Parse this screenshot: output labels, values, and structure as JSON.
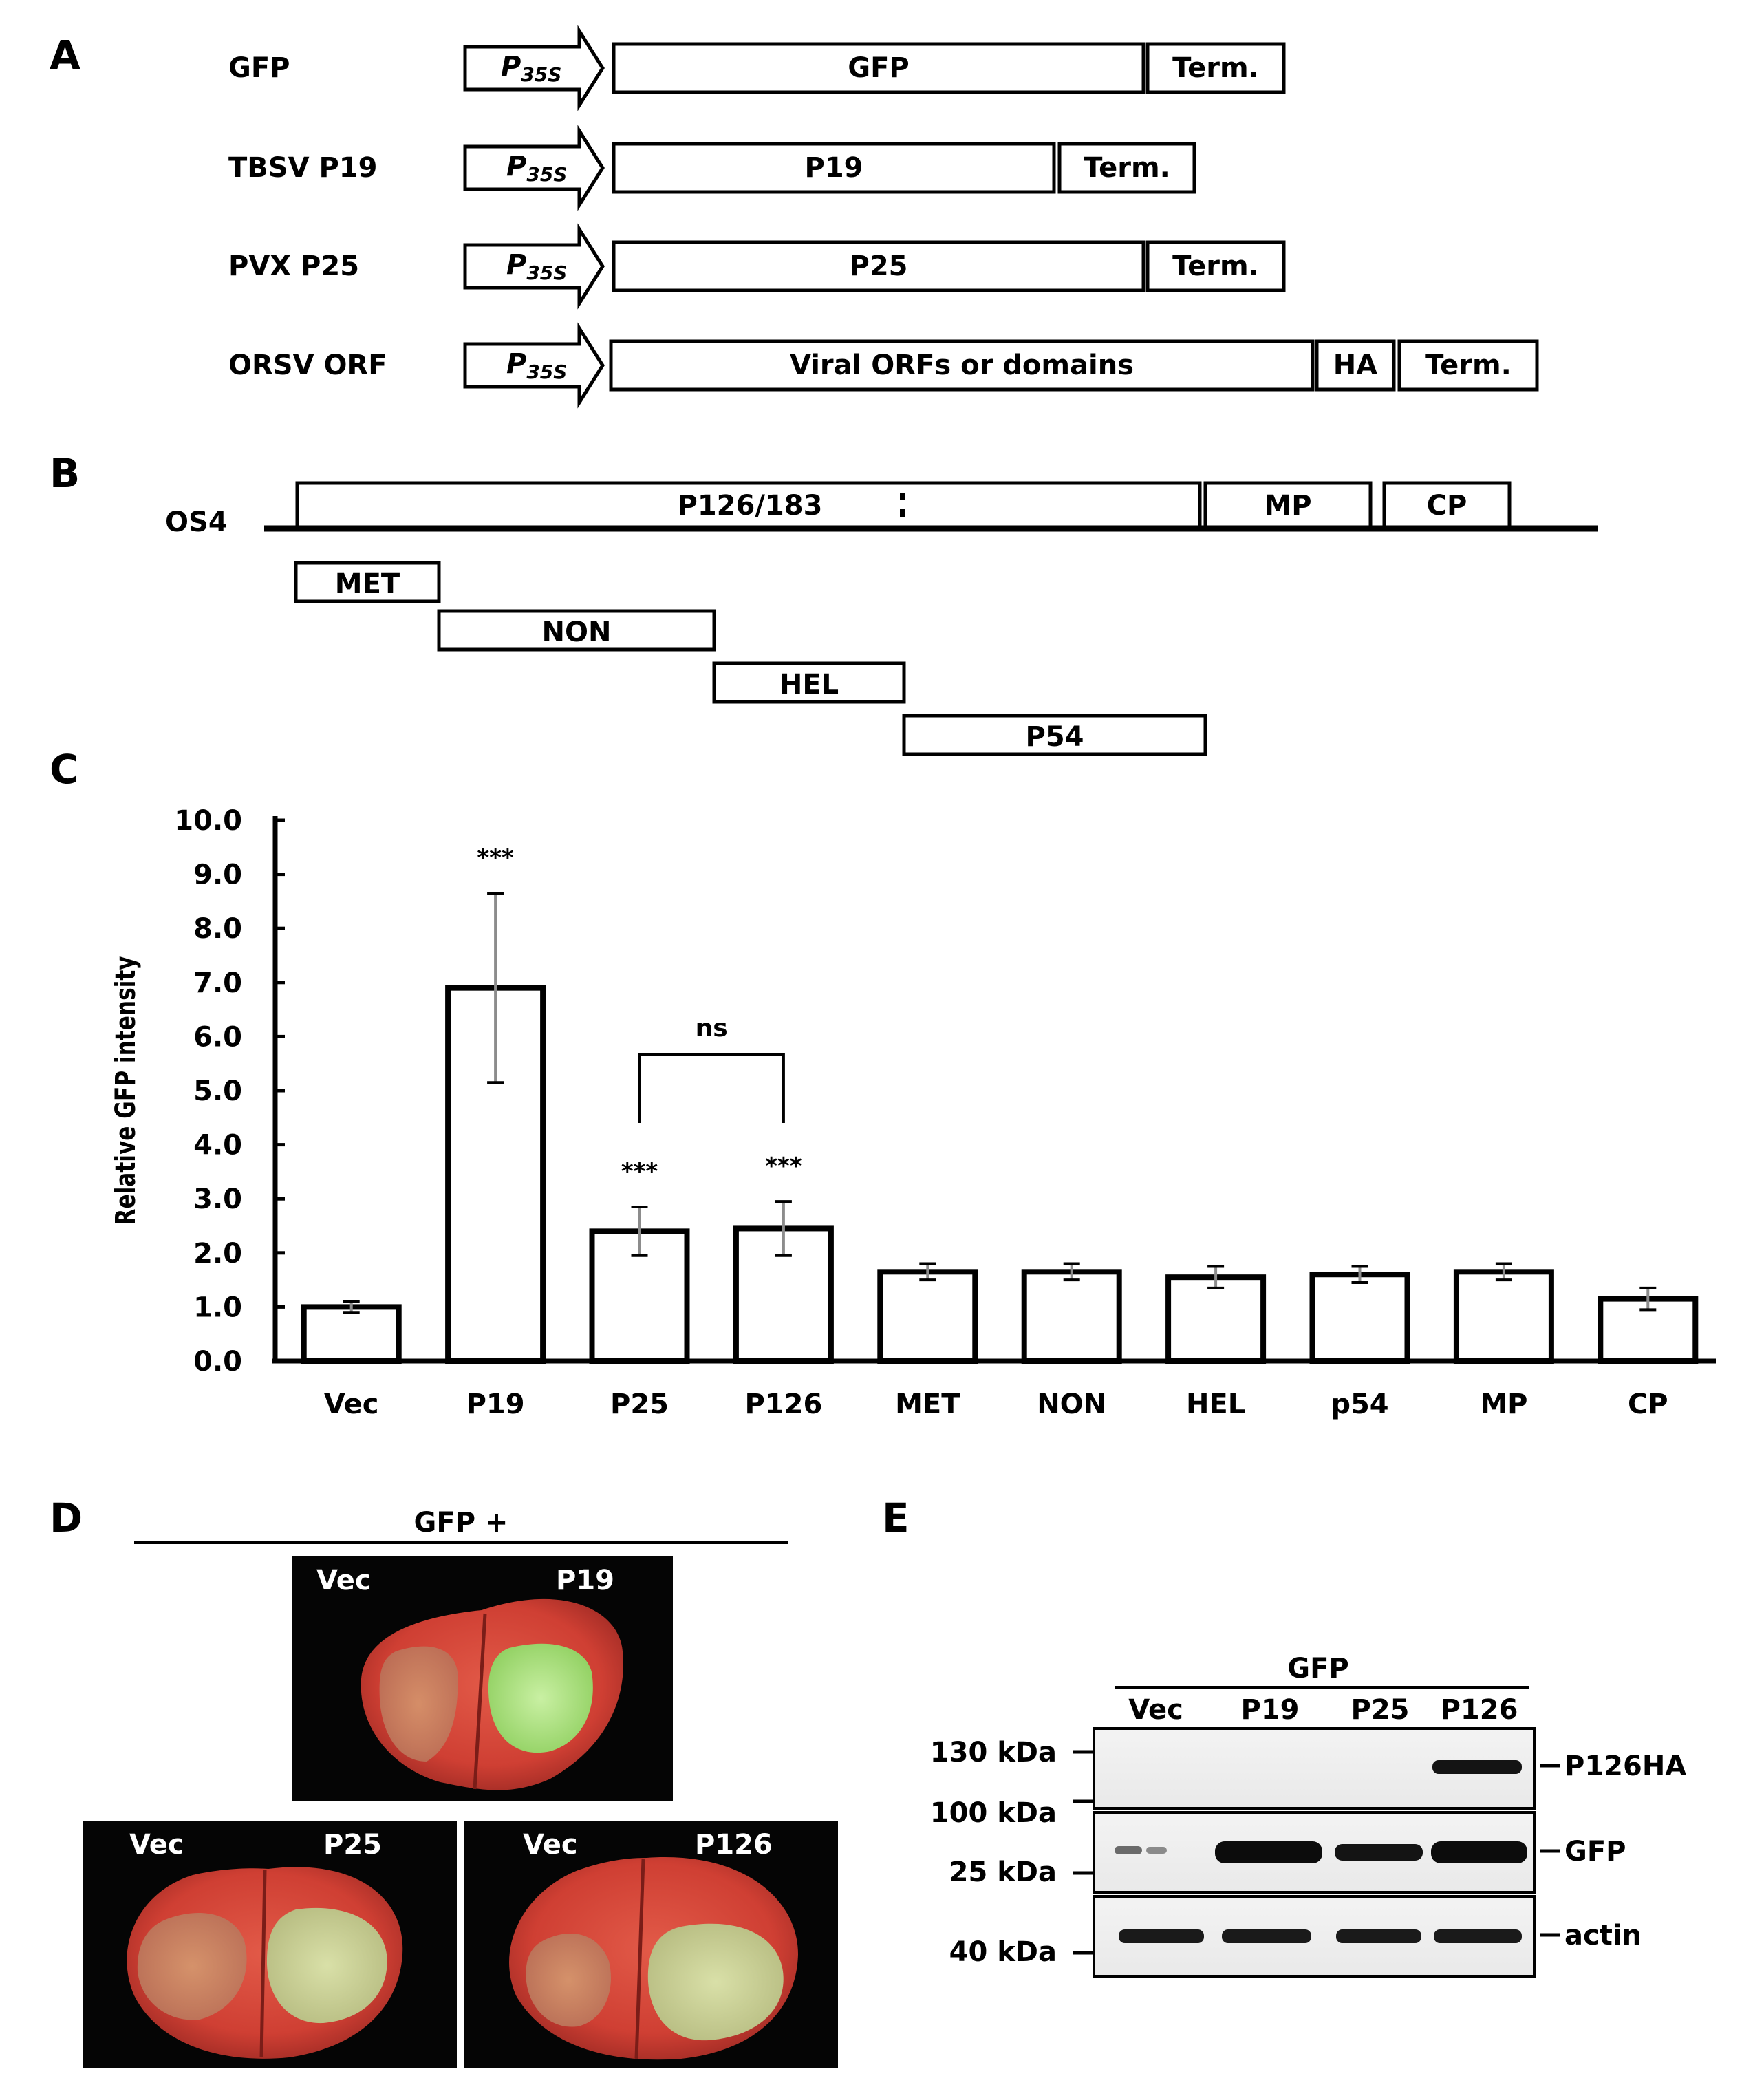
{
  "panel_a": {
    "letter": "A",
    "constructs": [
      {
        "name": "GFP",
        "promoter": "P",
        "promoter_sub": "35S",
        "orf": "GFP",
        "tag": "",
        "term": "Term."
      },
      {
        "name": "TBSV P19",
        "promoter": "P",
        "promoter_sub": "35S",
        "orf": "P19",
        "tag": "",
        "term": "Term."
      },
      {
        "name": "PVX P25",
        "promoter": "P",
        "promoter_sub": "35S",
        "orf": "P25",
        "tag": "",
        "term": "Term."
      },
      {
        "name": "ORSV ORF",
        "promoter": "P",
        "promoter_sub": "35S",
        "orf": "Viral ORFs or domains",
        "tag": "HA",
        "term": "Term."
      }
    ]
  },
  "panel_b": {
    "letter": "B",
    "genome": "OS4",
    "orfs": {
      "p126": "P126/183",
      "mp": "MP",
      "cp": "CP"
    },
    "domains": [
      "MET",
      "NON",
      "HEL",
      "P54"
    ]
  },
  "panel_c": {
    "letter": "C",
    "ns_label": "ns"
  },
  "chart_data": {
    "type": "bar",
    "categories": [
      "Vec",
      "P19",
      "P25",
      "P126",
      "MET",
      "NON",
      "HEL",
      "p54",
      "MP",
      "CP"
    ],
    "values": [
      1.0,
      6.9,
      2.4,
      2.45,
      1.65,
      1.65,
      1.55,
      1.6,
      1.65,
      1.15
    ],
    "errors": [
      0.1,
      1.75,
      0.45,
      0.5,
      0.15,
      0.15,
      0.2,
      0.15,
      0.15,
      0.2
    ],
    "significance": [
      "",
      "***",
      "***",
      "***",
      "",
      "",
      "",
      "",
      "",
      ""
    ],
    "ylabel": "Relative GFP intensity",
    "ylim": [
      0,
      10
    ],
    "yticks": [
      "0.0",
      "1.0",
      "2.0",
      "3.0",
      "4.0",
      "5.0",
      "6.0",
      "7.0",
      "8.0",
      "9.0",
      "10.0"
    ],
    "comparison": {
      "from": "P25",
      "to": "P126",
      "label": "ns"
    }
  },
  "panel_d": {
    "letter": "D",
    "header": "GFP +",
    "photos": [
      {
        "left": "Vec",
        "right": "P19"
      },
      {
        "left": "Vec",
        "right": "P25"
      },
      {
        "left": "Vec",
        "right": "P126"
      }
    ]
  },
  "panel_e": {
    "letter": "E",
    "header": "GFP",
    "lanes": [
      "Vec",
      "P19",
      "P25",
      "P126"
    ],
    "markers": [
      "130 kDa",
      "100 kDa",
      "25 kDa",
      "40 kDa"
    ],
    "bands": [
      "P126HA",
      "GFP",
      "actin"
    ]
  },
  "colors": {
    "leaf": "#d4443a",
    "gfp": "#c8e59a",
    "photo_bg": "#050505",
    "error_bar": "#8c8c8c"
  }
}
